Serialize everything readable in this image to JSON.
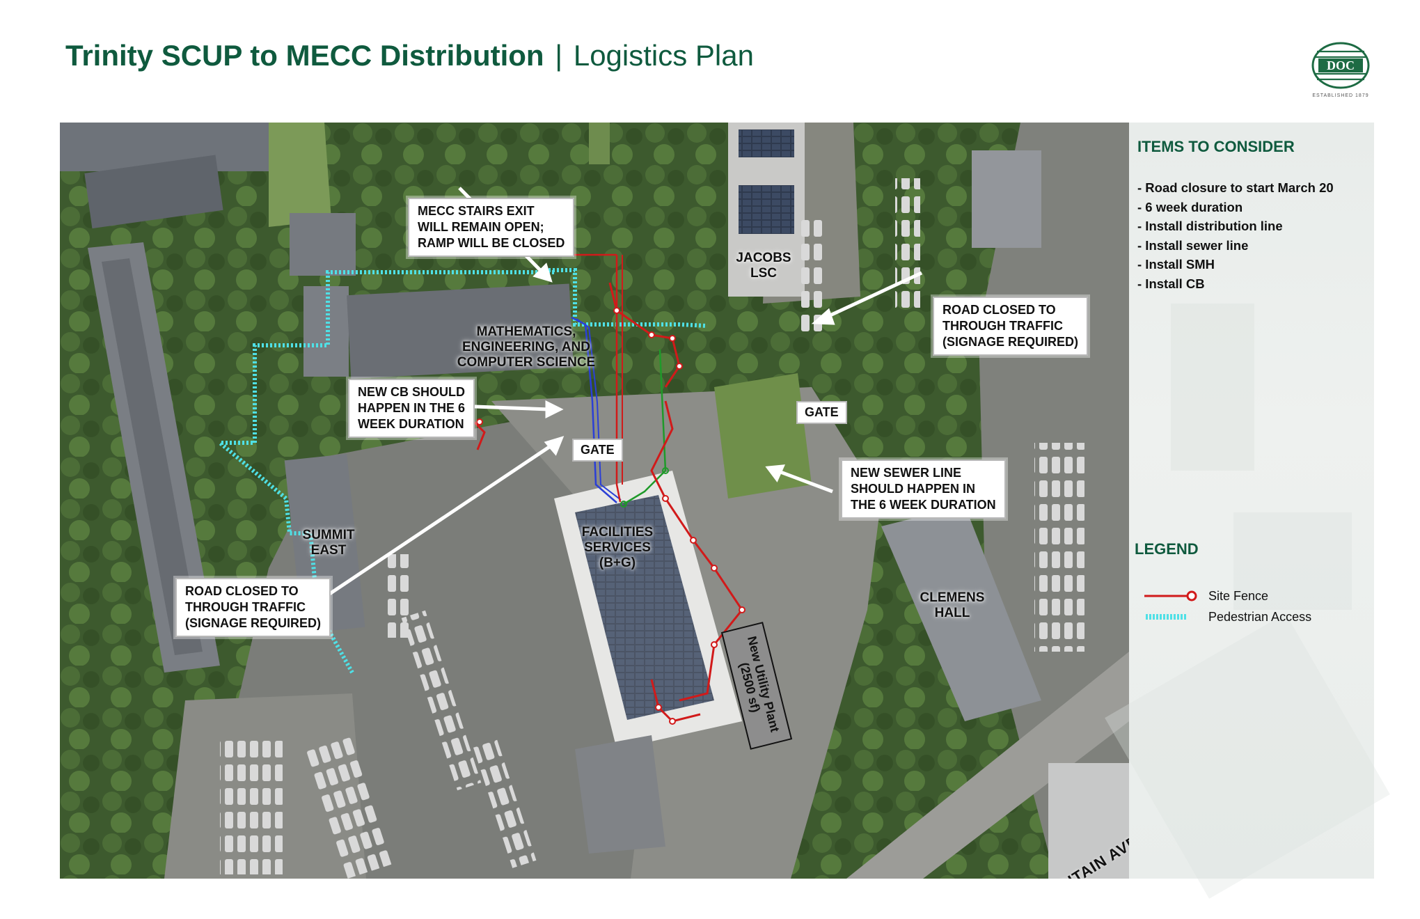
{
  "header": {
    "title_bold": "Trinity SCUP to MECC Distribution",
    "separator": "|",
    "subtitle": "Logistics Plan"
  },
  "logo": {
    "text": "DOC",
    "tagline": "ESTABLISHED 1879",
    "color": "#1d6b43"
  },
  "panel": {
    "items_title": "ITEMS TO CONSIDER",
    "items": [
      "- Road closure to start March 20",
      "- 6 week duration",
      "- Install distribution line",
      "- Install sewer line",
      "- Install SMH",
      "- Install CB"
    ],
    "legend_title": "LEGEND",
    "legend": [
      {
        "label": "Site Fence",
        "color": "#d11a1a",
        "icon": "site-fence-line-icon"
      },
      {
        "label": "Pedestrian  Access",
        "color": "#4fe0e6",
        "icon": "pedestrian-access-dotted-icon"
      }
    ]
  },
  "callouts": {
    "mecc_stairs": "MECC STAIRS EXIT\nWILL REMAIN OPEN;\nRAMP WILL BE CLOSED",
    "road_closed_east": "ROAD CLOSED TO\nTHROUGH TRAFFIC\n(SIGNAGE REQUIRED)",
    "new_cb": "NEW CB SHOULD\nHAPPEN IN THE 6\nWEEK DURATION",
    "new_sewer": "NEW SEWER LINE\nSHOULD HAPPEN IN\nTHE 6 WEEK DURATION",
    "road_closed_west": "ROAD CLOSED TO\nTHROUGH TRAFFIC\n(SIGNAGE REQUIRED)"
  },
  "gates": {
    "east": "GATE",
    "west": "GATE"
  },
  "buildings": {
    "jacobs": "JACOBS\nLSC",
    "mecs": "MATHEMATICS,\nENGINEERING, AND\nCOMPUTER SCIENCE",
    "summit_east": "SUMMIT\nEAST",
    "facilities": "FACILITIES\nSERVICES\n(B+G)",
    "clemens": "CLEMENS\nHALL",
    "utility_plant": "New Utility Plant\n(2500 sf)"
  },
  "street": "NEW BRITAIN AVE",
  "colors": {
    "brand_green": "#0f5a3e",
    "site_fence": "#d11a1a",
    "pedestrian": "#4fe0e6",
    "sewer_line": "#1f9a2a",
    "distribution_line": "#2b3fd6"
  }
}
